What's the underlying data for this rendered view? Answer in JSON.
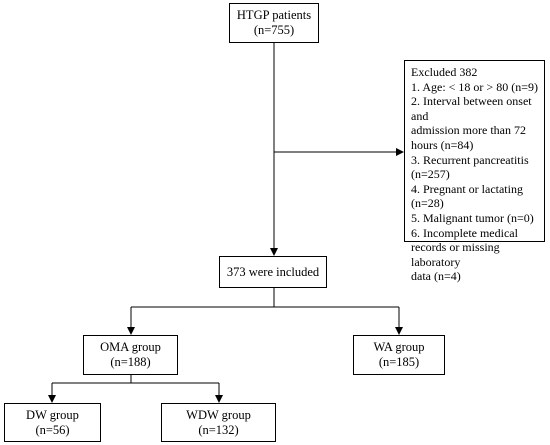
{
  "boxes": {
    "start": {
      "lines": [
        "HTGP patients",
        "(n=755)"
      ]
    },
    "excluded": {
      "lines": [
        "Excluded 382",
        "1. Age: < 18 or > 80 (n=9)",
        "2. Interval between onset and",
        "admission more than 72",
        "hours (n=84)",
        "3. Recurrent pancreatitis",
        "(n=257)",
        "4. Pregnant or lactating",
        "(n=28)",
        "5. Malignant tumor (n=0)",
        "6. Incomplete medical",
        "records or missing laboratory",
        "data (n=4)"
      ]
    },
    "included": {
      "lines": [
        "373 were included"
      ]
    },
    "oma": {
      "lines": [
        "OMA group",
        "(n=188)"
      ]
    },
    "wa": {
      "lines": [
        "WA group",
        "(n=185)"
      ]
    },
    "dw": {
      "lines": [
        "DW group",
        "(n=56)"
      ]
    },
    "wdw": {
      "lines": [
        "WDW group",
        "(n=132)"
      ]
    }
  }
}
